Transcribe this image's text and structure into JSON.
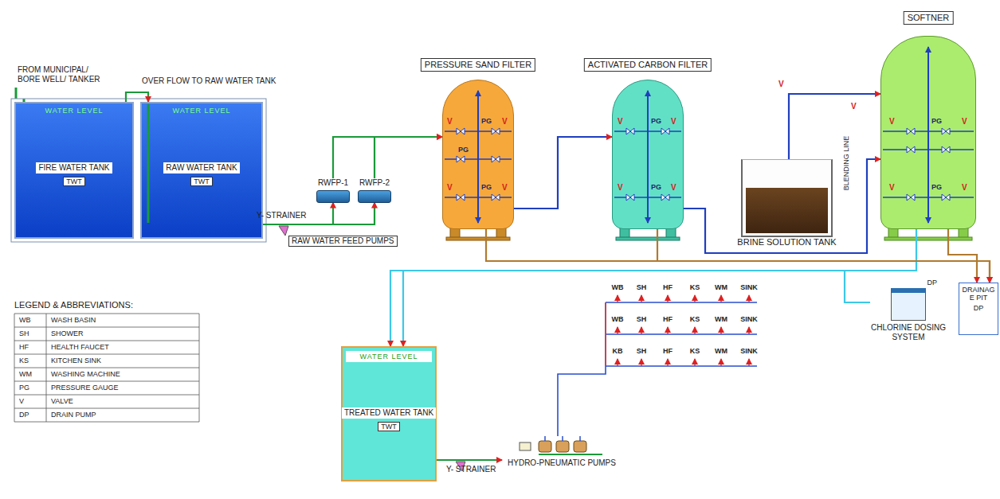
{
  "diagram": {
    "nodes": [
      {
        "text": [
          "WATER LEVEL",
          "FIRE WATER TANK",
          "TWT"
        ]
      },
      {
        "text": [
          "WATER LEVEL",
          "RAW WATER TANK",
          "TWT"
        ]
      },
      {
        "text": [
          "RWFP-1"
        ]
      },
      {
        "text": [
          "RWFP-2"
        ]
      },
      {
        "text": [
          "PRESSURE SAND FILTER"
        ]
      },
      {
        "text": [
          "ACTIVATED CARBON FILTER"
        ]
      },
      {
        "text": [
          "BRINE SOLUTION TANK"
        ]
      },
      {
        "text": [
          "SOFTNER"
        ]
      },
      {
        "text": [
          "DP",
          "CHLORINE DOSING SYSTEM"
        ]
      },
      {
        "text": [
          "DRAINAGE PIT",
          "DP"
        ]
      },
      {
        "text": [
          "WATER LEVEL",
          "TREATED WATER TANK",
          "TWT"
        ]
      },
      {
        "text": [
          "HYDRO-PNEUMATIC PUMPS"
        ]
      }
    ],
    "edges": [
      {
        "from": 0,
        "to": 1,
        "arrow": "to"
      },
      {
        "from": 1,
        "to": 2,
        "arrow": "to"
      },
      {
        "from": 1,
        "to": 3,
        "arrow": "to"
      },
      {
        "from": 2,
        "to": 4,
        "arrow": "to"
      },
      {
        "from": 3,
        "to": 4,
        "arrow": "to"
      },
      {
        "from": 4,
        "to": 5,
        "arrow": "to"
      },
      {
        "from": 5,
        "to": 7,
        "arrow": "to"
      },
      {
        "from": 6,
        "to": 7,
        "arrow": "to"
      },
      {
        "from": 7,
        "to": 10,
        "arrow": "to"
      },
      {
        "from": 8,
        "to": 10,
        "arrow": "to"
      },
      {
        "from": 4,
        "to": 9,
        "arrow": "to"
      },
      {
        "from": 5,
        "to": 9,
        "arrow": "to"
      },
      {
        "from": 7,
        "to": 9,
        "arrow": "to"
      },
      {
        "from": 10,
        "to": 11,
        "arrow": "to"
      }
    ],
    "labels": [
      "FROM MUNICIPAL/ BORE WELL/ TANKER",
      "OVER FLOW TO RAW WATER TANK",
      "Y- STRAINER",
      "RAW WATER FEED PUMPS",
      "BLENDING LINE",
      "LEGEND & ABBREVIATIONS:",
      "WB",
      "SH",
      "HF",
      "KS",
      "WM",
      "PG",
      "V",
      "DP",
      "WB",
      "SH",
      "HF",
      "KS",
      "WM",
      "SINK",
      "WB",
      "SH",
      "HF",
      "KS",
      "WM",
      "SINK",
      "KB",
      "SH",
      "HF",
      "KS",
      "WM",
      "SINK",
      "Y- STRAINER",
      "V",
      "PG",
      "V",
      "PG",
      "V",
      "PG",
      "V",
      "V",
      "PG",
      "V",
      "V",
      "PG",
      "V",
      "V",
      "PG",
      "V",
      "V",
      "PG",
      "V",
      "V",
      "V"
    ],
    "legend": [
      {
        "text": "WASH BASIN"
      },
      {
        "text": "SHOWER"
      },
      {
        "text": "HEALTH FAUCET"
      },
      {
        "text": "KITCHEN SINK"
      },
      {
        "text": "WASHING MACHINE"
      },
      {
        "text": "PRESSURE GAUGE"
      },
      {
        "text": "VALVE"
      },
      {
        "text": "DRAIN PUMP"
      }
    ]
  }
}
